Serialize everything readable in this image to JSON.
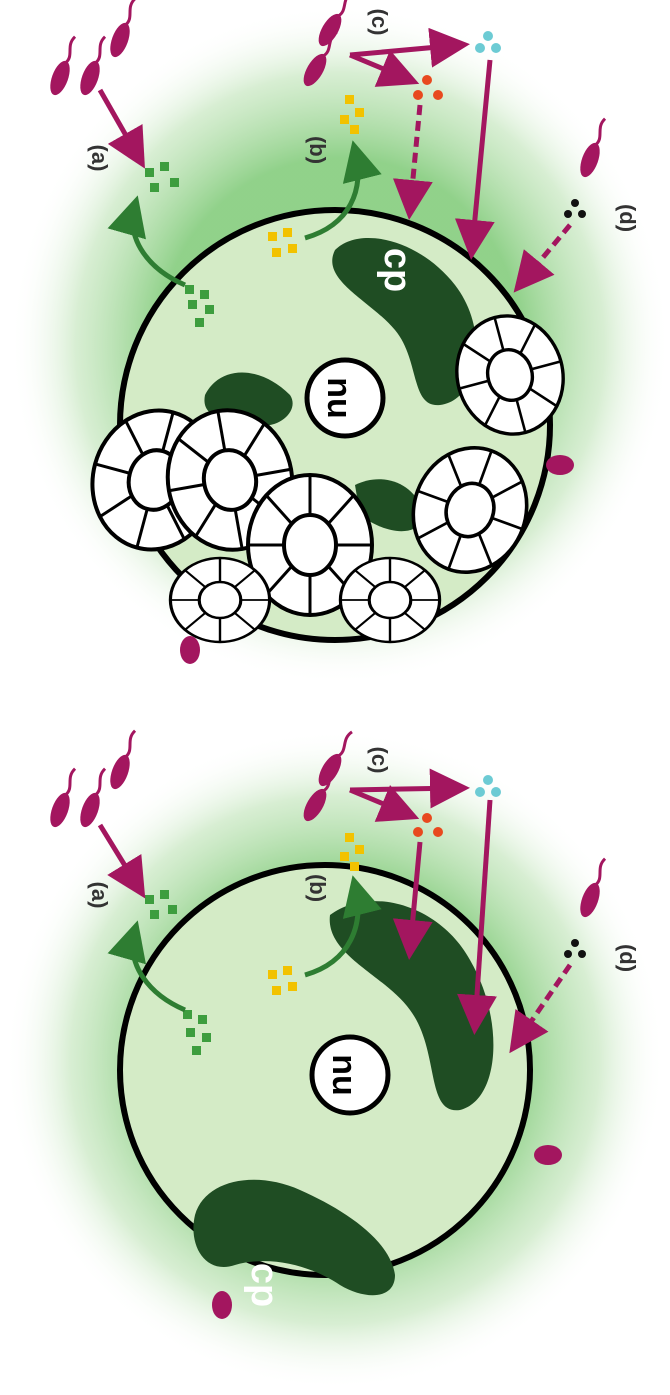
{
  "labels": {
    "a": "(a)",
    "b": "(b)",
    "c": "(c)",
    "d": "(d)",
    "nucleus": "nu",
    "chloroplast": "cp"
  },
  "colors": {
    "halo": "#7fc77a",
    "cytoplasm": "#d4ebc6",
    "chloroplast": "#1f4d23",
    "bacteria": "#a3165f",
    "green_molecule": "#3d9d3e",
    "yellow_molecule": "#f2c200",
    "red_molecule": "#e8491e",
    "cyan_molecule": "#6ccbd4",
    "black_molecule": "#111111",
    "green_arrow": "#2e7d32"
  },
  "icons": [
    "bacterium-icon",
    "coccolith-plate-icon",
    "nucleus-icon",
    "chloroplast-icon"
  ]
}
